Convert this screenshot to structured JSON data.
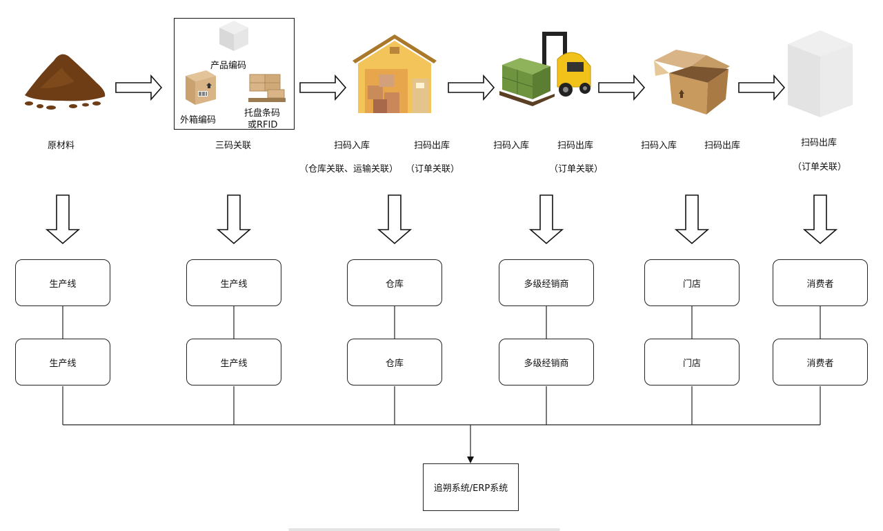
{
  "stages": {
    "raw": {
      "label": "原材料"
    },
    "three_code": {
      "frame_label": "三码关联",
      "product_code": "产品编码",
      "outer_box_code": "外箱编码",
      "pallet_code_line1": "托盘条码",
      "pallet_code_line2": "或RFID"
    },
    "warehouse": {
      "in_label": "扫码入库",
      "in_note": "（仓库关联、运输关联）",
      "out_label": "扫码出库",
      "out_note": "（订单关联）"
    },
    "distributor": {
      "in_label": "扫码入库",
      "out_label": "扫码出库",
      "out_note": "（订单关联）"
    },
    "store": {
      "in_label": "扫码入库",
      "out_label": "扫码出库"
    },
    "consumer": {
      "out_label": "扫码出库",
      "out_note": "（订单关联）"
    }
  },
  "nodes_row1": [
    "生产线",
    "生产线",
    "仓库",
    "多级经销商",
    "门店",
    "消费者"
  ],
  "nodes_row2": [
    "生产线",
    "生产线",
    "仓库",
    "多级经销商",
    "门店",
    "消费者"
  ],
  "system_box": "追朔系统/ERP系统",
  "icons": {
    "raw": "dirt-pile-icon",
    "product": "cube-icon",
    "outer_box": "cardboard-box-icon",
    "pallet": "pallet-boxes-icon",
    "warehouse": "warehouse-icon",
    "forklift": "forklift-icon",
    "open_box": "open-box-icon",
    "consumer": "white-cube-icon"
  },
  "colors": {
    "stroke": "#222222",
    "text": "#111111"
  }
}
